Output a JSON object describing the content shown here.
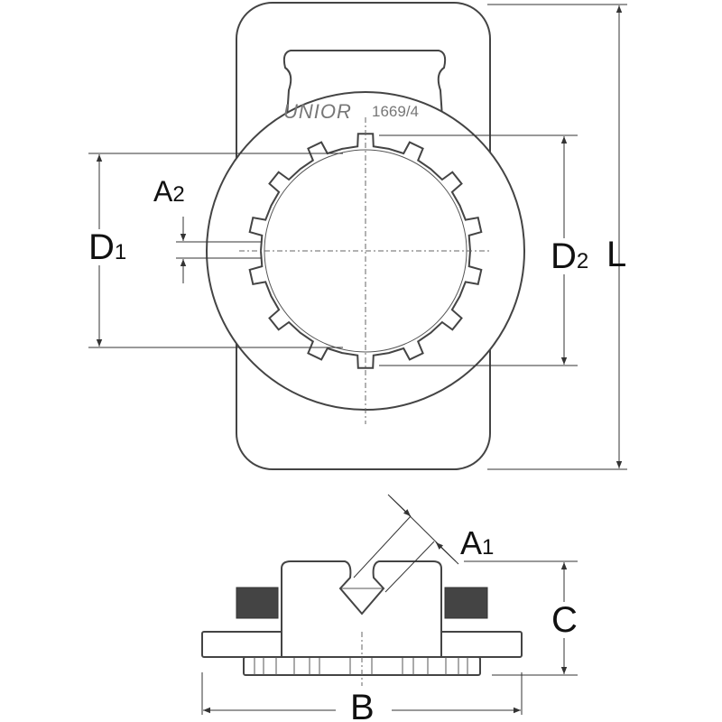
{
  "engraving": {
    "brand": "UNIOR",
    "model": "1669/4"
  },
  "dimensions": {
    "L": "L",
    "D1": {
      "main": "D",
      "sub": "1"
    },
    "D2": {
      "main": "D",
      "sub": "2"
    },
    "A1": {
      "main": "A",
      "sub": "1"
    },
    "A2": {
      "main": "A",
      "sub": "2"
    },
    "B": "B",
    "C": "C"
  },
  "colors": {
    "line": "#444444",
    "block": "#444444"
  }
}
